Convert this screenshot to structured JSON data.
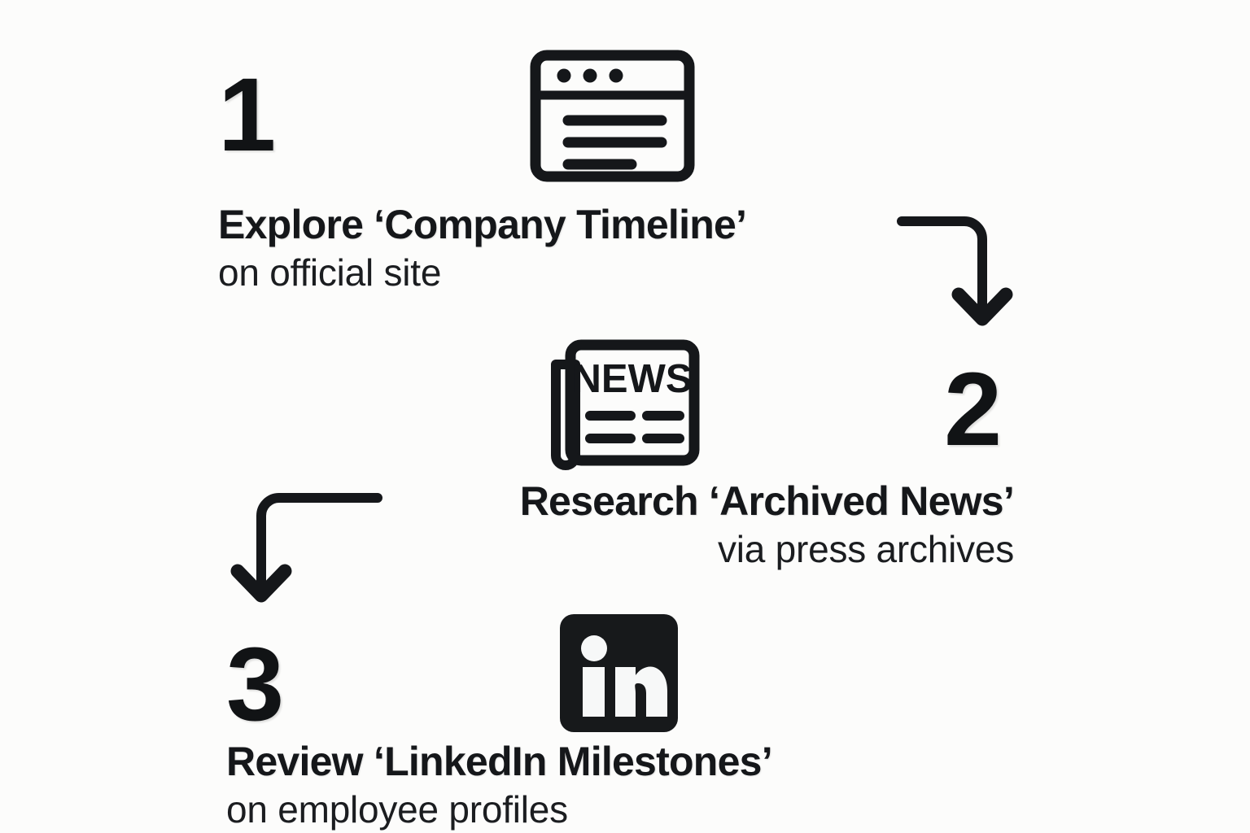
{
  "background_color": "#fcfcfb",
  "ink_color": "#15171a",
  "steps": [
    {
      "number": "1",
      "title": "Explore  ‘Company Timeline’",
      "subtitle": "on official site",
      "icon": "browser-window-icon",
      "align": "left"
    },
    {
      "number": "2",
      "title": "Research ‘Archived News’",
      "subtitle": "via press archives",
      "icon": "newspaper-icon",
      "icon_label": "NEWS",
      "align": "right"
    },
    {
      "number": "3",
      "title": "Review ‘LinkedIn Milestones’",
      "subtitle": "on employee profiles",
      "icon": "linkedin-icon",
      "icon_label": "in",
      "align": "left"
    }
  ],
  "arrows": [
    {
      "name": "arrow-step1-to-step2",
      "direction": "right-then-down"
    },
    {
      "name": "arrow-step2-to-step3",
      "direction": "left-then-down"
    }
  ]
}
